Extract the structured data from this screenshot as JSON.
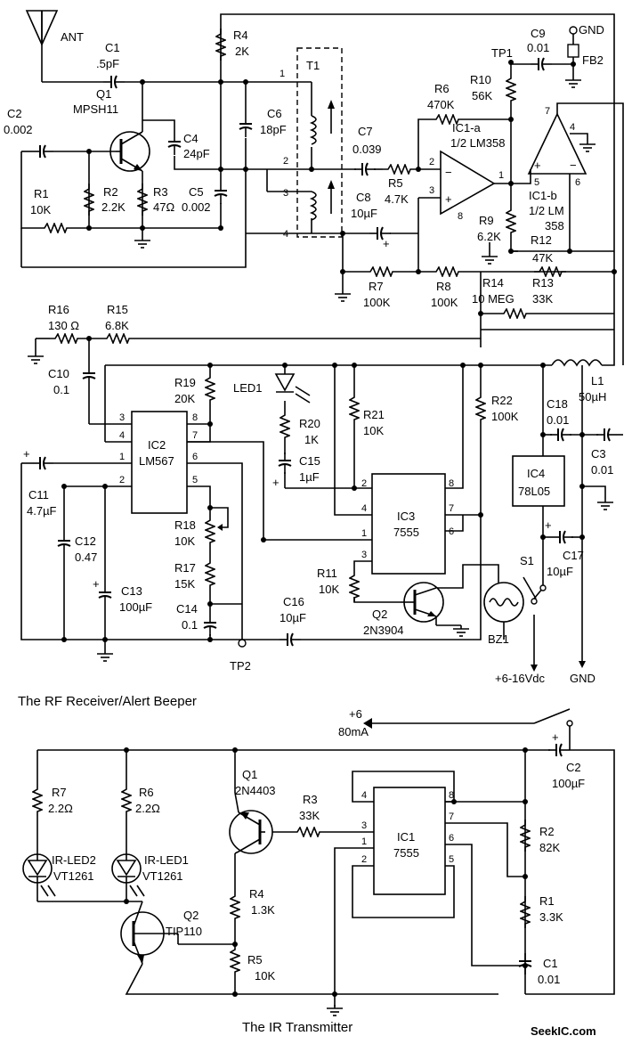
{
  "captions": {
    "receiver": "The RF Receiver/Alert Beeper",
    "transmitter": "The IR Transmitter",
    "watermark": "SeekIC.com"
  },
  "receiver": {
    "ant": "ANT",
    "c1": [
      "C1",
      ".5pF"
    ],
    "q1": [
      "Q1",
      "MPSH11"
    ],
    "c2": [
      "C2",
      "0.002"
    ],
    "r1": [
      "R1",
      "10K"
    ],
    "r2": [
      "R2",
      "2.2K"
    ],
    "r3": [
      "R3",
      "47Ω"
    ],
    "c4": [
      "C4",
      "24pF"
    ],
    "c5": [
      "C5",
      "0.002"
    ],
    "r4": [
      "R4",
      "2K"
    ],
    "c6": [
      "C6",
      "18pF"
    ],
    "t1": "T1",
    "t1_pins": [
      "1",
      "2",
      "3",
      "4"
    ],
    "c7": [
      "C7",
      "0.039"
    ],
    "r5": [
      "R5",
      "4.7K"
    ],
    "c8": [
      "C8",
      "10µF"
    ],
    "r6": [
      "R6",
      "470K"
    ],
    "ic1a": [
      "IC1-a",
      "1/2 LM358"
    ],
    "ic1a_pins": [
      "2",
      "3",
      "1",
      "8"
    ],
    "r7": [
      "R7",
      "100K"
    ],
    "r8": [
      "R8",
      "100K"
    ],
    "r9": [
      "R9",
      "6.2K"
    ],
    "r10": [
      "R10",
      "56K"
    ],
    "tp1": "TP1",
    "c9": [
      "C9",
      "0.01"
    ],
    "gnd_top": "GND",
    "fb2": "FB2",
    "ic1b": [
      "IC1-b",
      "1/2 LM",
      "358"
    ],
    "ic1b_pins": [
      "7",
      "4",
      "5",
      "6"
    ],
    "r12": [
      "R12",
      "47K"
    ],
    "r13": [
      "R13",
      "33K"
    ],
    "r14": [
      "R14",
      "10 MEG"
    ],
    "r16": [
      "R16",
      "130 Ω"
    ],
    "r15": [
      "R15",
      "6.8K"
    ],
    "c10": [
      "C10",
      "0.1"
    ],
    "r19": [
      "R19",
      "20K"
    ],
    "led1": "LED1",
    "r20": [
      "R20",
      "1K"
    ],
    "c15": [
      "C15",
      "1µF"
    ],
    "r21": [
      "R21",
      "10K"
    ],
    "r22": [
      "R22",
      "100K"
    ],
    "l1": [
      "L1",
      "50µH"
    ],
    "c18": [
      "C18",
      "0.01"
    ],
    "c3": [
      "C3",
      "0.01"
    ],
    "ic2": [
      "IC2",
      "LM567"
    ],
    "ic2_pins": [
      "3",
      "4",
      "1",
      "2",
      "8",
      "7",
      "6",
      "5"
    ],
    "c11": [
      "C11",
      "4.7µF"
    ],
    "c12": [
      "C12",
      "0.47"
    ],
    "c13": [
      "C13",
      "100µF"
    ],
    "r18": [
      "R18",
      "10K"
    ],
    "r17": [
      "R17",
      "15K"
    ],
    "c14": [
      "C14",
      "0.1"
    ],
    "tp2": "TP2",
    "ic3": [
      "IC3",
      "7555"
    ],
    "ic3_pins": [
      "2",
      "4",
      "1",
      "3",
      "8",
      "7",
      "6"
    ],
    "ic4": [
      "IC4",
      "78L05"
    ],
    "c17": [
      "C17",
      "10µF"
    ],
    "s1": "S1",
    "r11": [
      "R11",
      "10K"
    ],
    "q2": [
      "Q2",
      "2N3904"
    ],
    "c16": [
      "C16",
      "10µF"
    ],
    "bz1": "BZ1",
    "supply": "+6-16Vdc",
    "gnd_bottom": "GND",
    "plus": "+"
  },
  "transmitter": {
    "supply": [
      "+6",
      "80mA"
    ],
    "c2": [
      "C2",
      "100µF"
    ],
    "r7": [
      "R7",
      "2.2Ω"
    ],
    "r6": [
      "R6",
      "2.2Ω"
    ],
    "led2": [
      "IR-LED2",
      "VT1261"
    ],
    "led1": [
      "IR-LED1",
      "VT1261"
    ],
    "q1": [
      "Q1",
      "2N4403"
    ],
    "r3": [
      "R3",
      "33K"
    ],
    "ic1": [
      "IC1",
      "7555"
    ],
    "ic1_pins": [
      "4",
      "3",
      "1",
      "2",
      "8",
      "7",
      "6",
      "5"
    ],
    "r2": [
      "R2",
      "82K"
    ],
    "r1": [
      "R1",
      "3.3K"
    ],
    "c1": [
      "C1",
      "0.01"
    ],
    "r4": [
      "R4",
      "1.3K"
    ],
    "q2": [
      "Q2",
      "TIP110"
    ],
    "r5": [
      "R5",
      "10K"
    ]
  }
}
